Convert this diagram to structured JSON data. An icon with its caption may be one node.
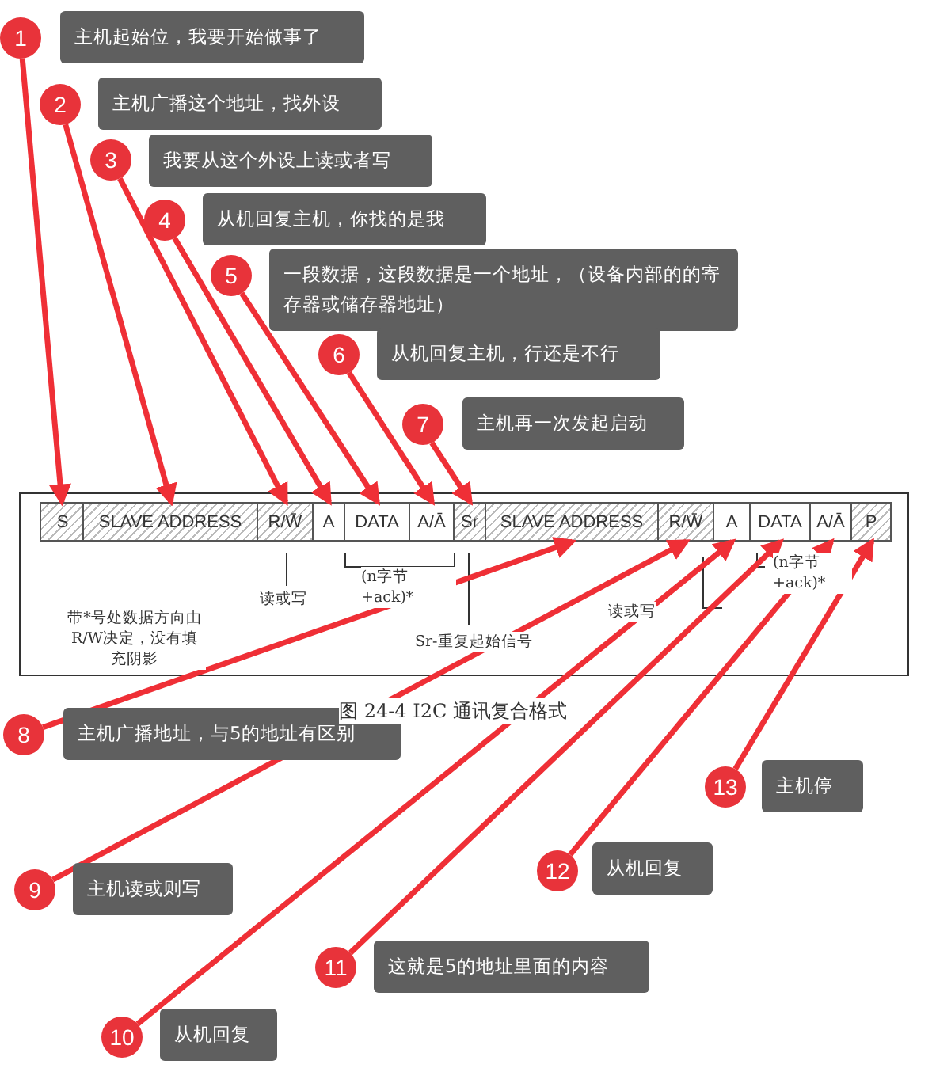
{
  "diagram": {
    "caption": "图 24-4 I2C 通讯复合格式",
    "nodes": [
      {
        "text": [],
        "shape": "box"
      },
      {
        "text": [
          "S"
        ],
        "in": 0
      },
      {
        "text": [
          "SLAVE ADDRESS"
        ],
        "in": 0
      },
      {
        "text": [
          "R/W̄"
        ],
        "in": 0
      },
      {
        "text": [
          "A"
        ],
        "in": 0
      },
      {
        "text": [
          "DATA"
        ],
        "in": 0
      },
      {
        "text": [
          "A/Ā"
        ],
        "in": 0
      },
      {
        "text": [
          "Sr"
        ],
        "in": 0
      },
      {
        "text": [
          "SLAVE ADDRESS"
        ],
        "in": 0
      },
      {
        "text": [
          "R/W̄"
        ],
        "in": 0
      },
      {
        "text": [
          "A"
        ],
        "in": 0
      },
      {
        "text": [
          "DATA"
        ],
        "in": 0
      },
      {
        "text": [
          "A/Ā"
        ],
        "in": 0
      },
      {
        "text": [
          "P"
        ],
        "in": 0
      },
      {
        "text": [
          "1"
        ],
        "beside": [
          "主机起始位，我要开始做事了"
        ]
      },
      {
        "text": [
          "2"
        ],
        "beside": [
          "主机广播这个地址，找外设"
        ]
      },
      {
        "text": [
          "3"
        ],
        "beside": [
          "我要从这个外设上读或者写"
        ]
      },
      {
        "text": [
          "4"
        ],
        "beside": [
          "从机回复主机，你找的是我"
        ]
      },
      {
        "text": [
          "5"
        ],
        "beside": [
          "一段数据，这段数据是一个地址，（设备内部的的寄存器或储存器地址）"
        ]
      },
      {
        "text": [
          "6"
        ],
        "beside": [
          "从机回复主机，行还是不行"
        ]
      },
      {
        "text": [
          "7"
        ],
        "beside": [
          "主机再一次发起启动"
        ]
      },
      {
        "text": [
          "8"
        ],
        "beside": [
          "主机广播地址，与5的地址有区别"
        ]
      },
      {
        "text": [
          "9"
        ],
        "beside": [
          "主机读或则写"
        ]
      },
      {
        "text": [
          "10"
        ],
        "beside": [
          "从机回复"
        ]
      },
      {
        "text": [
          "11"
        ],
        "beside": [
          "这就是5的地址里面的内容"
        ]
      },
      {
        "text": [
          "12"
        ],
        "beside": [
          "从机回复"
        ]
      },
      {
        "text": [
          "13"
        ],
        "beside": [
          "主机停"
        ]
      }
    ],
    "edges": [
      {
        "from": 14,
        "to": 1,
        "arrow": "to"
      },
      {
        "from": 15,
        "to": 2,
        "arrow": "to"
      },
      {
        "from": 16,
        "to": 3,
        "arrow": "to"
      },
      {
        "from": 17,
        "to": 4,
        "arrow": "to"
      },
      {
        "from": 18,
        "to": 5,
        "arrow": "to"
      },
      {
        "from": 19,
        "to": 6,
        "arrow": "to"
      },
      {
        "from": 20,
        "to": 7,
        "arrow": "to"
      },
      {
        "from": 21,
        "to": 8,
        "arrow": "to"
      },
      {
        "from": 22,
        "to": 9,
        "arrow": "to"
      },
      {
        "from": 23,
        "to": 10,
        "arrow": "to"
      },
      {
        "from": 24,
        "to": 11,
        "arrow": "to"
      },
      {
        "from": 25,
        "to": 12,
        "arrow": "to"
      },
      {
        "from": 26,
        "to": 13,
        "arrow": "to"
      }
    ],
    "labels": [
      "读或写",
      "(n字节 +ack)*",
      "带*号处数据方向由R/W决定，没有填充阴影",
      "Sr-重复起始信号",
      "读或写",
      "(n字节 +ack)*"
    ]
  }
}
